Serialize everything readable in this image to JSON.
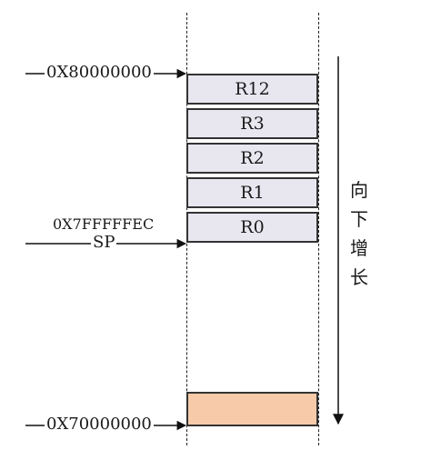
{
  "stack": {
    "cells": [
      "R12",
      "R3",
      "R2",
      "R1",
      "R0"
    ],
    "bottom_cell": ""
  },
  "addresses": {
    "top": "0X80000000",
    "bottom": "0X70000000",
    "sp_value": "0X7FFFFFEC",
    "sp_label": "SP"
  },
  "growth_label_chars": [
    "向",
    "下",
    "增",
    "长"
  ],
  "colors": {
    "register_fill": "#e8e6ef",
    "bottom_fill": "#f7cba9",
    "stroke": "#222222"
  }
}
